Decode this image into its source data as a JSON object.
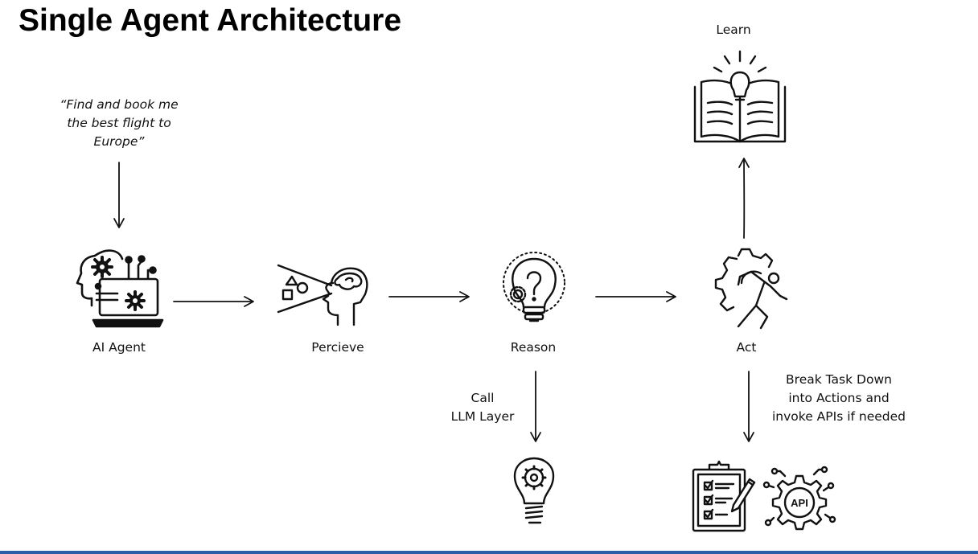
{
  "title": "Single Agent Architecture",
  "prompt": {
    "lines": [
      "“Find and book me",
      "the best flight to",
      "Europe”"
    ]
  },
  "nodes": {
    "agent": {
      "label": "AI Agent",
      "icon": "ai-agent-icon"
    },
    "perceive": {
      "label": "Percieve",
      "icon": "perceive-head-icon"
    },
    "reason": {
      "label": "Reason",
      "icon": "lightbulb-question-icon"
    },
    "act": {
      "label": "Act",
      "icon": "gear-runner-icon"
    },
    "learn": {
      "label": "Learn",
      "icon": "book-lightbulb-icon"
    }
  },
  "llm": {
    "lines": [
      "Call",
      "LLM Layer"
    ],
    "icon": "lightbulb-gear-icon"
  },
  "actions": {
    "lines": [
      "Break Task Down",
      "into Actions and",
      "invoke APIs if needed"
    ],
    "checklist_icon": "clipboard-checklist-icon",
    "api_icon": "api-gear-icon",
    "api_text": "API"
  },
  "colors": {
    "stroke": "#111111",
    "footer": "#2b5ea7"
  }
}
